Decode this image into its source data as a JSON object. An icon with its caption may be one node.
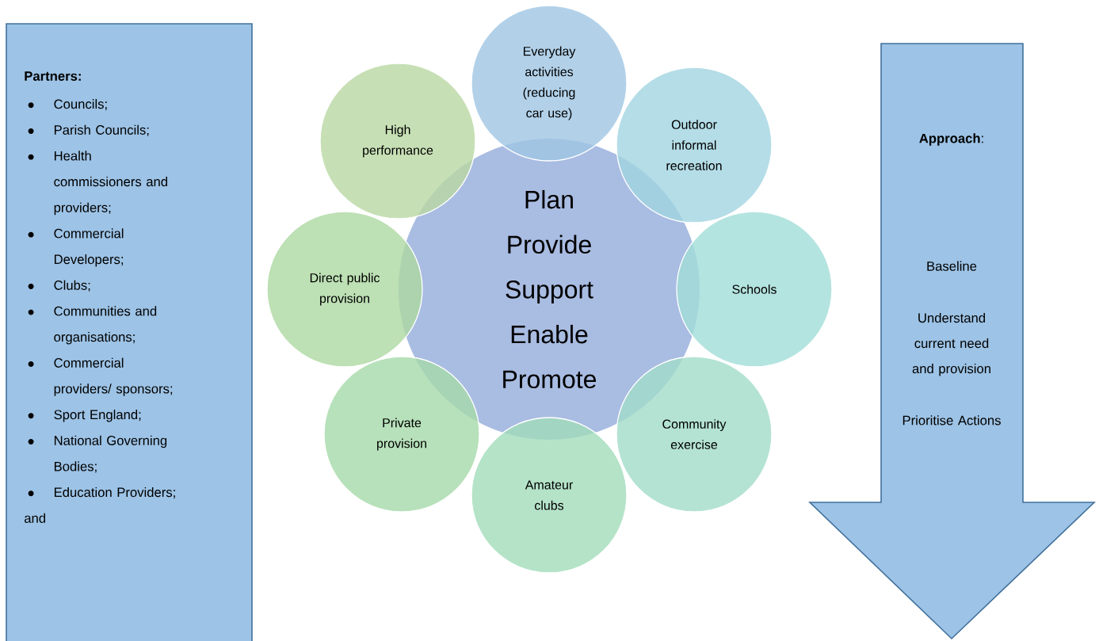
{
  "diagram": {
    "nodes": [
      {
        "text": [
          "Partners:",
          "Councils;",
          "Parish Councils;",
          "Health commissioners and providers;",
          "Commercial Developers;",
          "Clubs;",
          "Communities and organisations;",
          "Commercial providers/ sponsors;",
          "Sport England;",
          "National Governing Bodies;",
          "Education Providers; and"
        ]
      },
      {
        "text": [
          "Plan",
          "Provide",
          "Support",
          "Enable",
          "Promote"
        ]
      },
      {
        "text": [
          "Everyday activities (reducing car use)"
        ]
      },
      {
        "text": [
          "Outdoor informal recreation"
        ]
      },
      {
        "text": [
          "Schools"
        ]
      },
      {
        "text": [
          "Community exercise"
        ]
      },
      {
        "text": [
          "Amateur clubs"
        ]
      },
      {
        "text": [
          "Private provision"
        ]
      },
      {
        "text": [
          "Direct public provision"
        ]
      },
      {
        "text": [
          "High performance"
        ]
      },
      {
        "text": [
          "**Approach**:",
          "Baseline",
          "Understand current need and provision",
          "Prioritise Actions"
        ]
      }
    ]
  }
}
